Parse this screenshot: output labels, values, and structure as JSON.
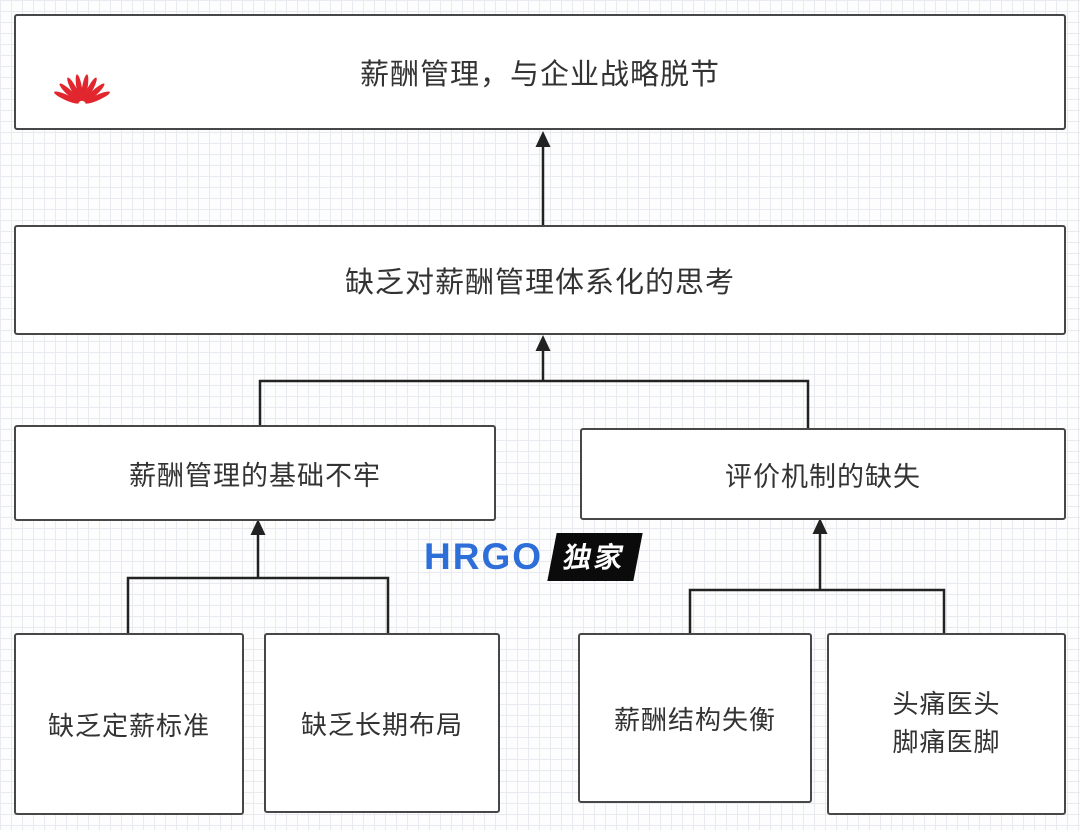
{
  "diagram": {
    "root": {
      "label": "薪酬管理，与企业战略脱节"
    },
    "level2": {
      "label": "缺乏对薪酬管理体系化的思考"
    },
    "branches": [
      {
        "label": "薪酬管理的基础不牢"
      },
      {
        "label": "评价机制的缺失"
      }
    ],
    "leaves": [
      {
        "label": "缺乏定薪标准"
      },
      {
        "label": "缺乏长期布局"
      },
      {
        "label": "薪酬结构失衡"
      },
      {
        "line1": "头痛医头",
        "line2": "脚痛医脚"
      }
    ]
  },
  "watermark": {
    "brand": "HRGO",
    "badge": "独家"
  },
  "logo": {
    "name": "huawei-logo"
  },
  "colors": {
    "box_border": "#474747",
    "text": "#333333",
    "arrow": "#222222",
    "huawei_red": "#e2262e",
    "hrgo_blue": "#2e6ed9",
    "badge_bg": "#0b0b0b",
    "grid_line": "#e7eaee"
  }
}
